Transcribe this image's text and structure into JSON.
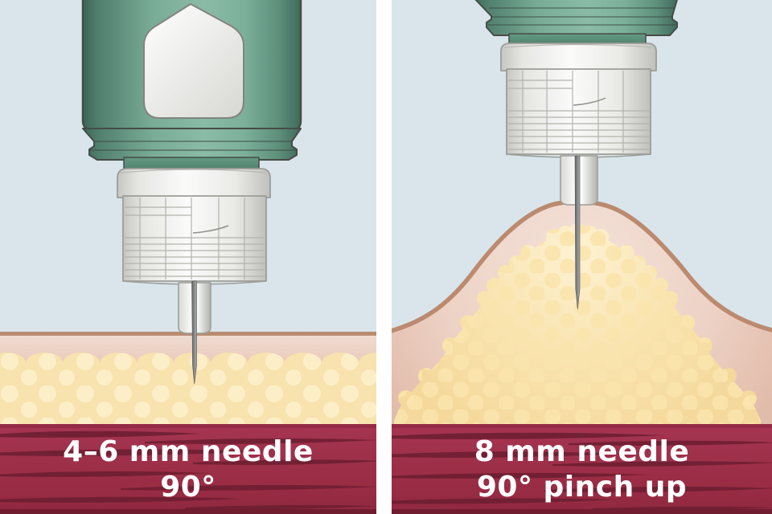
{
  "panels": [
    {
      "id": "left",
      "caption_line1": "4–6 mm needle",
      "caption_line2": "90°"
    },
    {
      "id": "right",
      "caption_line1": "8 mm needle",
      "caption_line2": "90° pinch up"
    }
  ],
  "colors": {
    "background": "#d9e5eb",
    "divider": "#ffffff",
    "caption": "#ffffff",
    "pen-green": "#79ac97",
    "pen-green-dark": "#3f6a5a",
    "pen-outline": "#474c46",
    "device-white": "#f4f4f2",
    "grid-line": "#b3b3ad",
    "needle-gray": "#808384",
    "skin-outline": "#bb8a6f",
    "skin-pink": "#ecd3c6",
    "fat-yellow": "#f8e2ae",
    "fat-cell": "#fdf1cd",
    "muscle-red": "#9e3049",
    "muscle-streak": "#6d1e31"
  }
}
